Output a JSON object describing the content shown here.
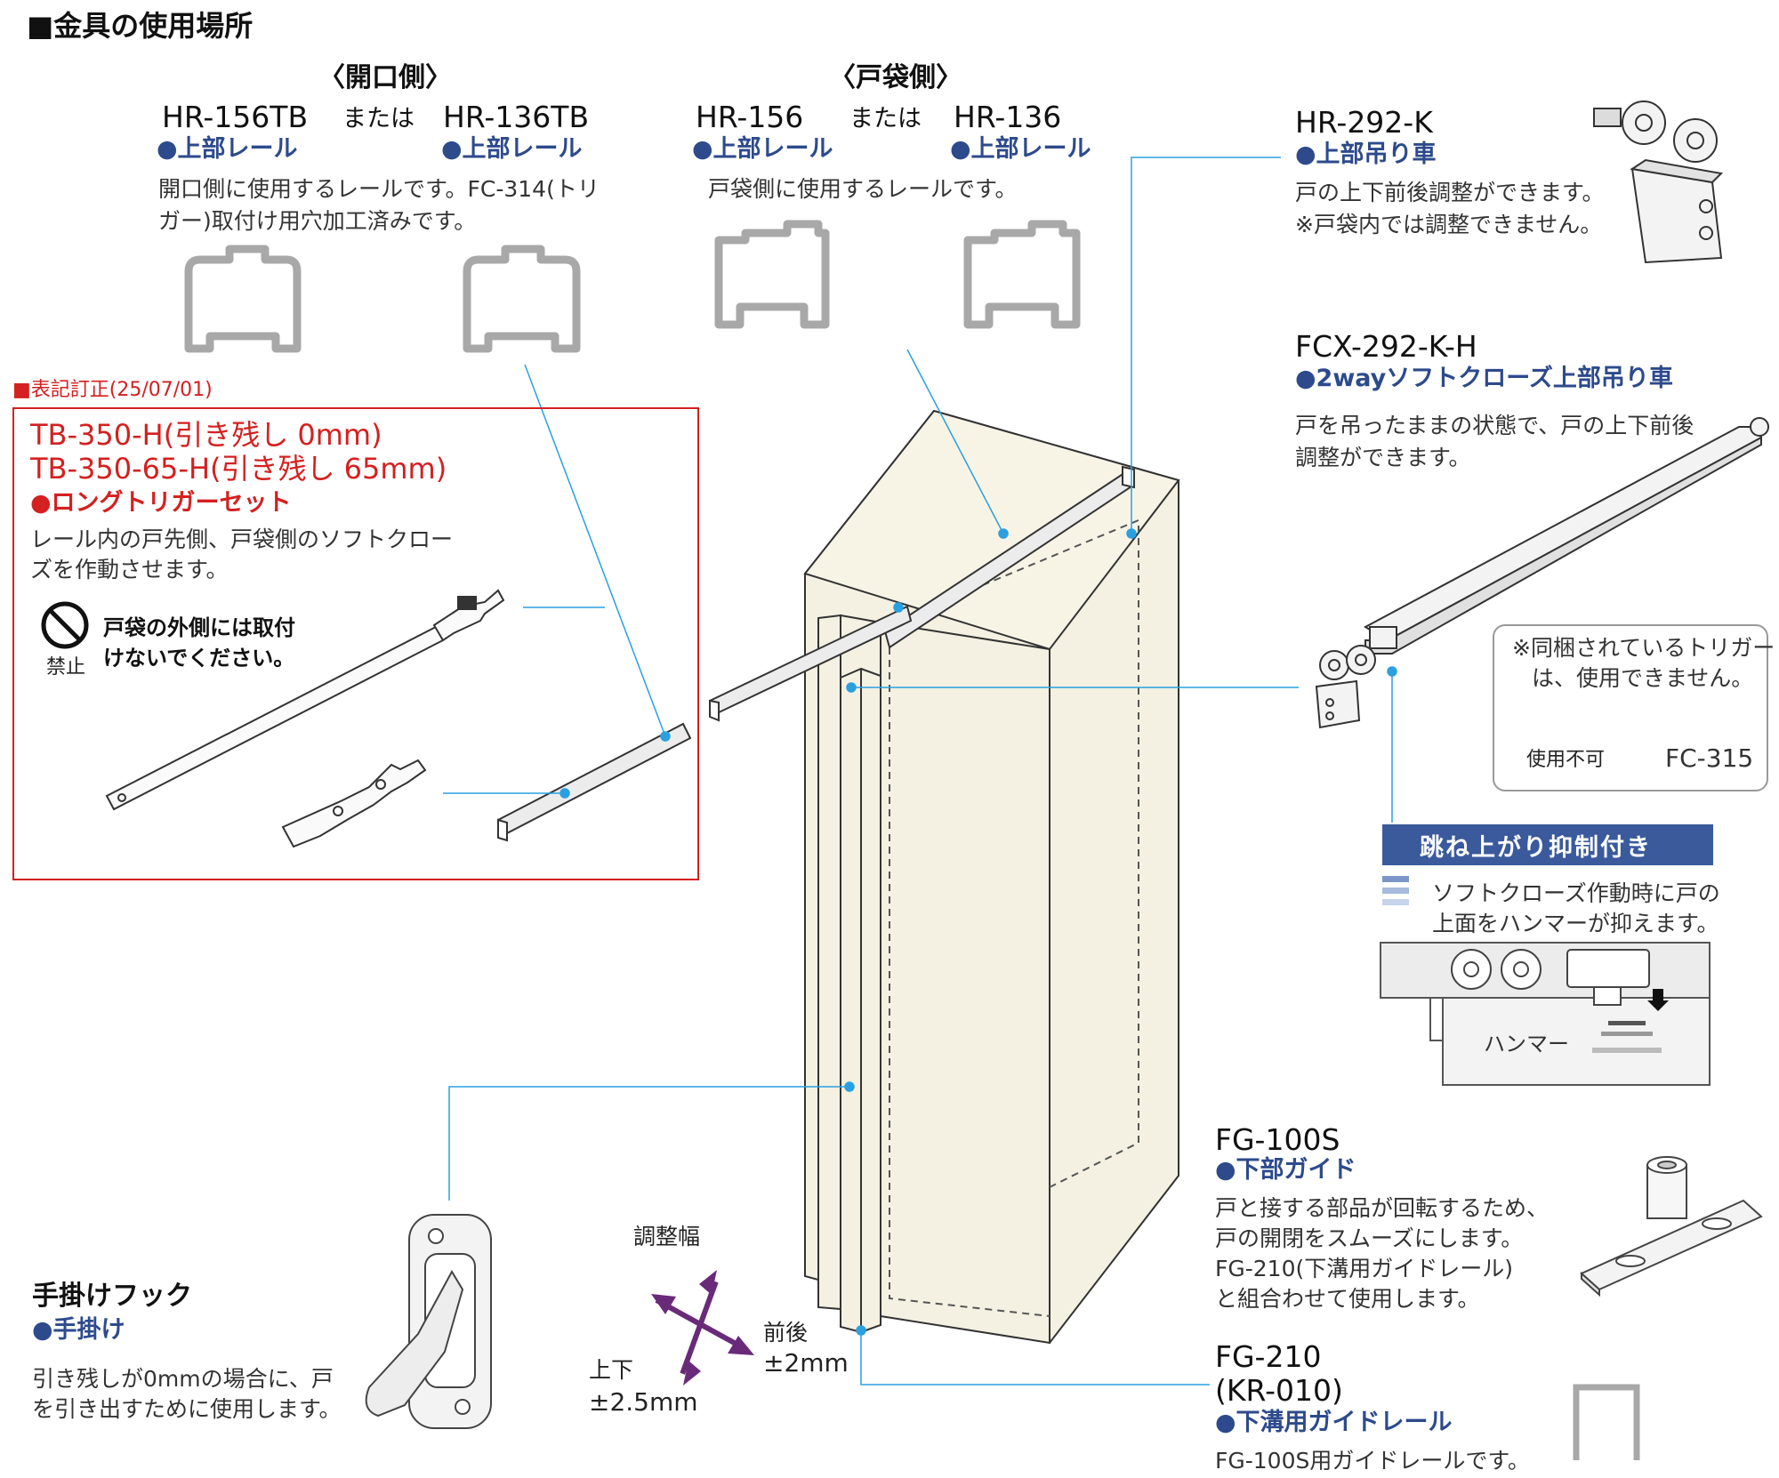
{
  "section_title": "■金具の使用場所",
  "groups": {
    "opening_side": "〈開口側〉",
    "pocket_side": "〈戸袋側〉"
  },
  "rails": {
    "hr156tb": "HR-156TB",
    "or1": "または",
    "hr136tb": "HR-136TB",
    "hr156": "HR-156",
    "or2": "または",
    "hr136": "HR-136",
    "upper_rail": "●上部レール",
    "opening_desc_1": "開口側に使用するレールです。FC-314(トリ",
    "opening_desc_2": "ガー)取付け用穴加工済みです。",
    "pocket_desc": "戸袋側に使用するレールです。"
  },
  "hr292k": {
    "model": "HR-292-K",
    "category": "●上部吊り車",
    "desc_1": "戸の上下前後調整ができます。",
    "desc_2": "※戸袋内では調整できません。"
  },
  "fcx": {
    "model": "FCX-292-K-H",
    "category": "●2wayソフトクローズ上部吊り車",
    "desc_1": "戸を吊ったままの状態で、戸の上下前後",
    "desc_2": "調整ができます。"
  },
  "correction": "■表記訂正(25/07/01)",
  "tb": {
    "model1": "TB-350-H",
    "model1_note": "(引き残し 0mm)",
    "model2": "TB-350-65-H",
    "model2_note": "(引き残し 65mm)",
    "category": "●ロングトリガーセット",
    "desc_1": "レール内の戸先側、戸袋側のソフトクロー",
    "desc_2": "ズを作動させます。",
    "warn_1": "戸袋の外側には取付",
    "warn_2": "けないでください。",
    "prohibit": "禁止"
  },
  "trigger_note": {
    "line1": "※同梱されているトリガー",
    "line2": "は、使用できません。",
    "unusable": "使用不可",
    "part": "FC-315"
  },
  "hammer": {
    "banner": "跳ね上がり抑制付き",
    "desc_1": "ソフトクローズ作動時に戸の",
    "desc_2": "上面をハンマーが抑えます。",
    "label": "ハンマー"
  },
  "fg100s": {
    "model": "FG-100S",
    "category": "●下部ガイド",
    "desc_1": "戸と接する部品が回転するため、",
    "desc_2": "戸の開閉をスムーズにします。",
    "desc_3": "FG-210(下溝用ガイドレール)",
    "desc_4": "と組合わせて使用します。"
  },
  "fg210": {
    "model": "FG-210",
    "sub": "(KR-010)",
    "category": "●下溝用ガイドレール",
    "desc": "FG-100S用ガイドレールです。"
  },
  "hook": {
    "model": "手掛けフック",
    "category": "●手掛け",
    "desc_1": "引き残しが0mmの場合に、戸",
    "desc_2": "を引き出すために使用します。"
  },
  "adjust": {
    "title": "調整幅",
    "front_back": "前後",
    "front_back_val": "±2mm",
    "up_down": "上下",
    "up_down_val": "±2.5mm"
  },
  "colors": {
    "leader": "#2aa0e0",
    "accent_blue": "#2d4a8c",
    "red": "#d42020",
    "door": "#f4f1e2",
    "arrow": "#6a2a7a"
  }
}
